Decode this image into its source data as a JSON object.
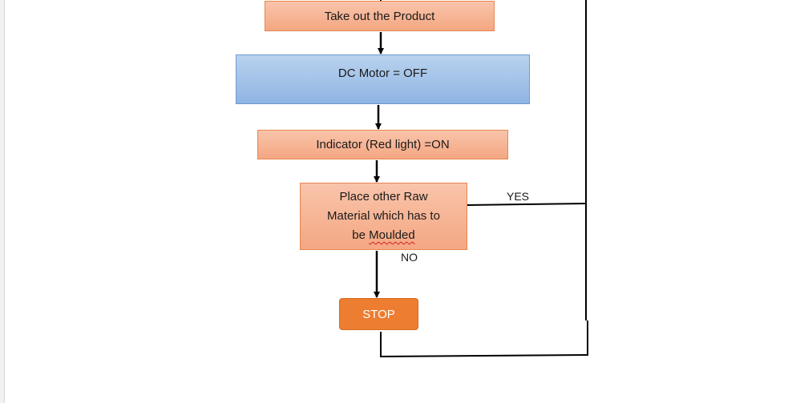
{
  "nodes": {
    "take_out": "Take out the Product",
    "dc_motor": "DC Motor = OFF",
    "indicator": "Indicator (Red light) =ON",
    "place_line1": "Place other Raw",
    "place_line2": "Material which has to",
    "place_line3_prefix": "be ",
    "place_line3_word": "Moulded",
    "stop": "STOP"
  },
  "edge_labels": {
    "yes": "YES",
    "no": "NO"
  },
  "colors": {
    "process_fill": "#f4b093",
    "process_border": "#e8864f",
    "motor_fill": "#a3c4eb",
    "stop_fill": "#ed7d31",
    "line": "#000000"
  }
}
